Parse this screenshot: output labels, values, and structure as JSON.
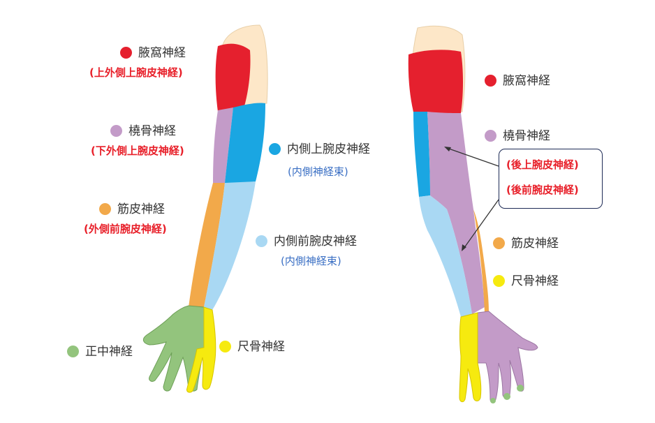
{
  "colors": {
    "axillary": "#e5202e",
    "radial": "#c39bc8",
    "musculocutaneous": "#f2a94a",
    "medial_cutaneous": "#1aa6e2",
    "medial_antebrachial": "#a9d8f3",
    "median": "#93c47d",
    "ulnar": "#f6ea0f",
    "skin": "#fde7c8",
    "label_red": "#e8202a",
    "label_blue": "#3a6fc4"
  },
  "left_arm": {
    "axillary": {
      "name": "腋窩神経",
      "sub": "(上外側上腕皮神経)"
    },
    "radial": {
      "name": "橈骨神経",
      "sub": "(下外側上腕皮神経)"
    },
    "musculocutaneous": {
      "name": "筋皮神経",
      "sub": "(外側前腕皮神経)"
    },
    "medial_brachial": {
      "name": "内側上腕皮神経",
      "sub": "(内側神経束)"
    },
    "medial_antebrachial": {
      "name": "内側前腕皮神経",
      "sub": "(内側神経束)"
    },
    "median": {
      "name": "正中神経"
    },
    "ulnar": {
      "name": "尺骨神経"
    }
  },
  "right_arm": {
    "axillary": {
      "name": "腋窩神経"
    },
    "radial": {
      "name": "橈骨神経"
    },
    "callout": {
      "line1": "(後上腕皮神経)",
      "line2": "(後前腕皮神経)"
    },
    "musculocutaneous": {
      "name": "筋皮神経"
    },
    "ulnar": {
      "name": "尺骨神経"
    }
  }
}
